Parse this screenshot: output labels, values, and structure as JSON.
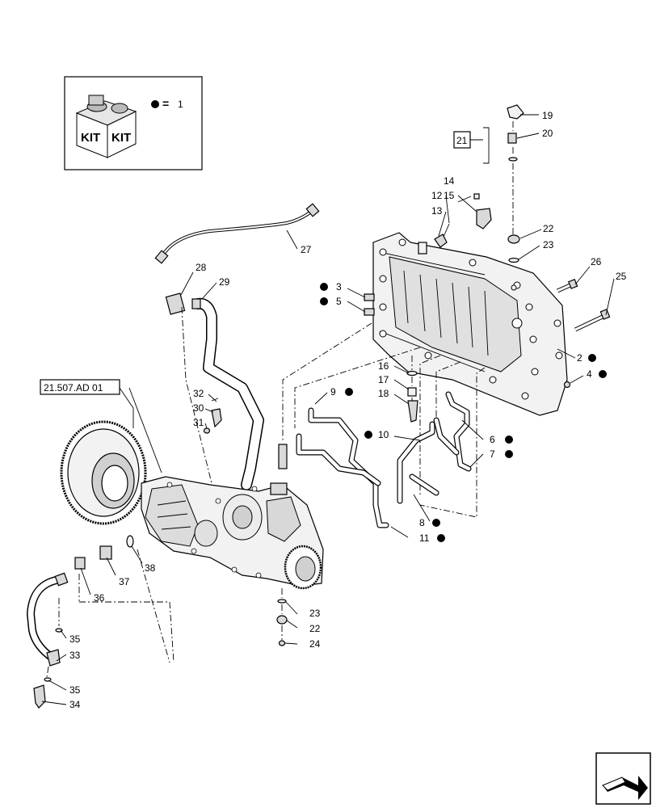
{
  "legend": {
    "kit_text_left": "KIT",
    "kit_text_right": "KIT",
    "equals": "=",
    "value": "1"
  },
  "refs": {
    "ref_21": "21",
    "ref_group": "21.507.AD 01"
  },
  "callouts": {
    "c2": "2",
    "c3": "3",
    "c4": "4",
    "c5": "5",
    "c6": "6",
    "c7": "7",
    "c8": "8",
    "c9": "9",
    "c10": "10",
    "c11": "11",
    "c12": "12",
    "c13": "13",
    "c14": "14",
    "c15": "15",
    "c16": "16",
    "c17": "17",
    "c18": "18",
    "c19": "19",
    "c20": "20",
    "c22a": "22",
    "c23a": "23",
    "c22b": "22",
    "c23b": "23",
    "c24": "24",
    "c25": "25",
    "c26": "26",
    "c27": "27",
    "c28": "28",
    "c29": "29",
    "c30": "30",
    "c31": "31",
    "c32": "32",
    "c33": "33",
    "c34": "34",
    "c35a": "35",
    "c35b": "35",
    "c36": "36",
    "c37": "37",
    "c38": "38"
  }
}
